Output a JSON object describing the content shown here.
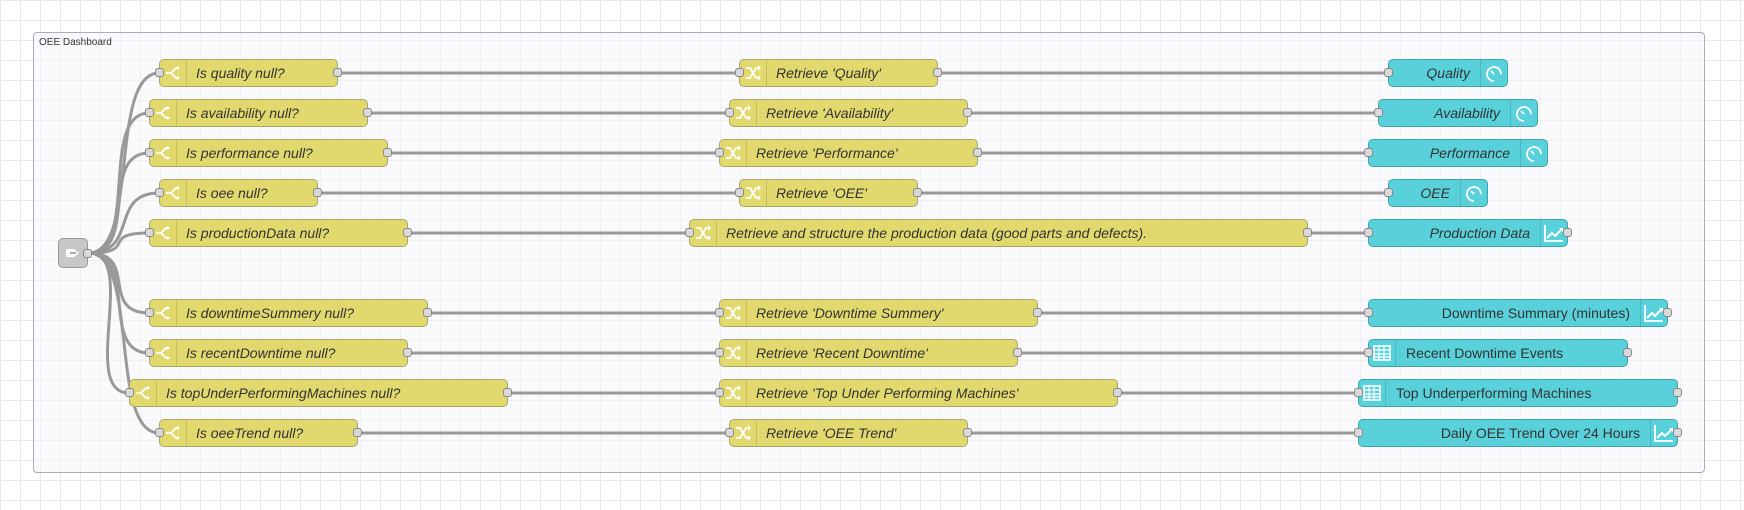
{
  "group": {
    "label": "OEE Dashboard"
  },
  "flows": [
    {
      "switch": "Is quality null?",
      "change": "Retrieve 'Quality'",
      "output": "Quality",
      "output_icon": "gauge-icon"
    },
    {
      "switch": "Is availability null?",
      "change": "Retrieve 'Availability'",
      "output": "Availability",
      "output_icon": "gauge-icon"
    },
    {
      "switch": "Is performance null?",
      "change": "Retrieve 'Performance'",
      "output": "Performance",
      "output_icon": "gauge-icon"
    },
    {
      "switch": "Is oee null?",
      "change": "Retrieve 'OEE'",
      "output": "OEE",
      "output_icon": "gauge-icon"
    },
    {
      "switch": "Is productionData null?",
      "change": "Retrieve and structure the production data (good parts and defects).",
      "output": "Production Data",
      "output_icon": "chart-icon"
    },
    {
      "switch": "Is downtimeSummery null?",
      "change": "Retrieve 'Downtime Summery'",
      "output": "Downtime Summary (minutes)",
      "output_icon": "chart-icon"
    },
    {
      "switch": "Is recentDowntime null?",
      "change": "Retrieve 'Recent Downtime'",
      "output": "Recent Downtime Events",
      "output_icon": "table-icon"
    },
    {
      "switch": "Is topUnderPerformingMachines null?",
      "change": "Retrieve 'Top Under Performing Machines'",
      "output": "Top Underperforming Machines",
      "output_icon": "table-icon"
    },
    {
      "switch": "Is oeeTrend null?",
      "change": "Retrieve 'OEE Trend'",
      "output": "Daily OEE Trend Over 24 Hours",
      "output_icon": "chart-icon"
    }
  ],
  "colors": {
    "switch_node": "#e2d96e",
    "change_node": "#e2d96e",
    "dashboard_node": "#58d1db",
    "wire": "#999999"
  }
}
